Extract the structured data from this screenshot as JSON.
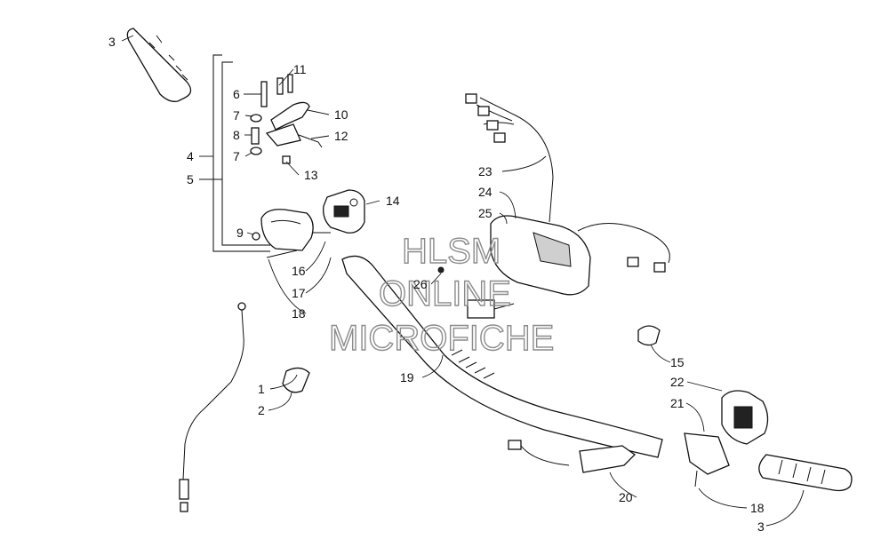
{
  "watermark": {
    "line1": "HLSM",
    "line2": "ONLINE",
    "line3": "MICROFICHE"
  },
  "callouts": {
    "c1": "1",
    "c2": "2",
    "c3a": "3",
    "c3b": "3",
    "c4": "4",
    "c5": "5",
    "c6": "6",
    "c7a": "7",
    "c7b": "7",
    "c8": "8",
    "c9": "9",
    "c10": "10",
    "c11": "11",
    "c12": "12",
    "c13": "13",
    "c14": "14",
    "c15": "15",
    "c16": "16",
    "c17": "17",
    "c18a": "18",
    "c18b": "18",
    "c19": "19",
    "c20": "20",
    "c21": "21",
    "c22": "22",
    "c23": "23",
    "c24": "24",
    "c25": "25",
    "c26": "26"
  }
}
